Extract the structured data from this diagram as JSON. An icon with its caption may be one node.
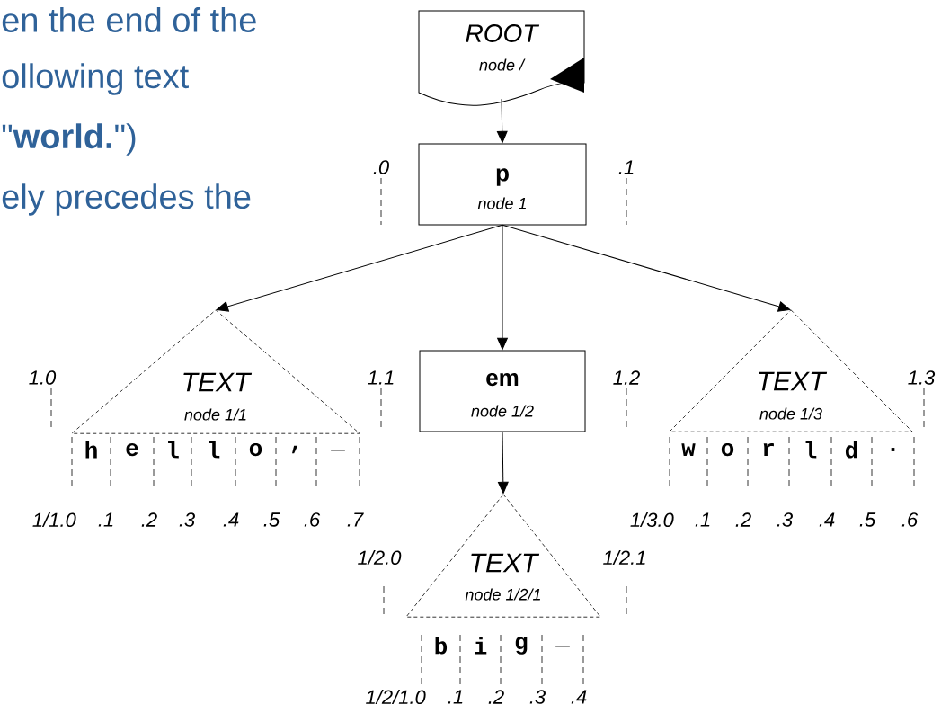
{
  "diagram": {
    "nodes": [
      {
        "text": [
          "ROOT",
          "node /"
        ]
      },
      {
        "text": [
          "p",
          "node 1"
        ]
      },
      {
        "text": [
          "TEXT",
          "node 1/1"
        ]
      },
      {
        "text": [
          "em",
          "node 1/2"
        ]
      },
      {
        "text": [
          "TEXT",
          "node 1/3"
        ]
      },
      {
        "text": [
          "TEXT",
          "node 1/2/1"
        ]
      }
    ],
    "edges": [
      {
        "from": 0,
        "to": 1,
        "arrow": "to"
      },
      {
        "from": 1,
        "to": 2,
        "arrow": "to"
      },
      {
        "from": 1,
        "to": 3,
        "arrow": "to"
      },
      {
        "from": 1,
        "to": 4,
        "arrow": "to"
      },
      {
        "from": 3,
        "to": 5,
        "arrow": "to"
      }
    ],
    "labels": [
      "en the end of the",
      "ollowing text",
      "\"**world.**\")",
      "ely precedes the",
      ".0",
      ".1",
      "1.0",
      "1.1",
      "1.2",
      "1.3",
      "h",
      "e",
      "l",
      "l",
      "o",
      ",",
      "_",
      "w",
      "o",
      "r",
      "l",
      "d",
      ".",
      "1/1.0",
      ".1",
      ".2",
      ".3",
      ".4",
      ".5",
      ".6",
      ".7",
      "1/3.0",
      ".1",
      ".2",
      ".3",
      ".4",
      ".5",
      ".6",
      "1/2.0",
      "1/2.1",
      "b",
      "i",
      "g",
      "_",
      "1/2/1.0",
      ".1",
      ".2",
      ".3",
      ".4"
    ]
  }
}
